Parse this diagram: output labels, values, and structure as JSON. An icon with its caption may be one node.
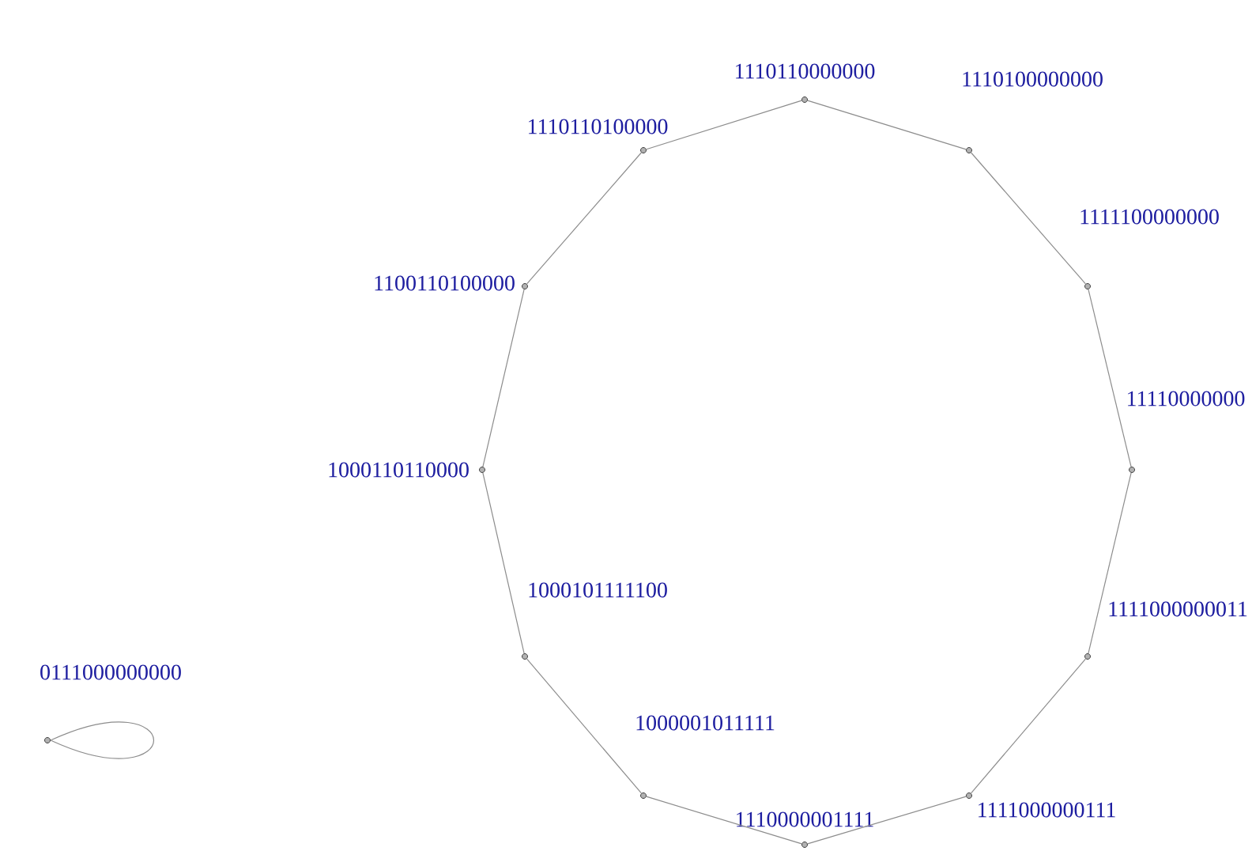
{
  "diagram": {
    "nodes": [
      {
        "text": [],
        "shape": "circle",
        "beside": [
          "1110110000000"
        ]
      },
      {
        "text": [],
        "shape": "circle",
        "beside": [
          "1110100000000"
        ]
      },
      {
        "text": [],
        "shape": "circle",
        "beside": [
          "1111100000000"
        ]
      },
      {
        "text": [],
        "shape": "circle",
        "beside": [
          "11110000000"
        ]
      },
      {
        "text": [],
        "shape": "circle",
        "beside": [
          "1111000000011"
        ]
      },
      {
        "text": [],
        "shape": "circle",
        "beside": [
          "1111000000111"
        ]
      },
      {
        "text": [],
        "shape": "circle",
        "beside": [
          "1110000001111"
        ]
      },
      {
        "text": [],
        "shape": "circle",
        "beside": [
          "1000001011111"
        ]
      },
      {
        "text": [],
        "shape": "circle",
        "beside": [
          "1000101111100"
        ]
      },
      {
        "text": [],
        "shape": "circle",
        "beside": [
          "1000110110000"
        ]
      },
      {
        "text": [],
        "shape": "circle",
        "beside": [
          "1100110100000"
        ]
      },
      {
        "text": [],
        "shape": "circle",
        "beside": [
          "1110110100000"
        ]
      },
      {
        "text": [],
        "shape": "circle",
        "beside": [
          "0111000000000"
        ]
      }
    ],
    "edges": [
      {
        "from": 0,
        "to": 1,
        "arrow": "none"
      },
      {
        "from": 1,
        "to": 2,
        "arrow": "none"
      },
      {
        "from": 2,
        "to": 3,
        "arrow": "none"
      },
      {
        "from": 3,
        "to": 4,
        "arrow": "none"
      },
      {
        "from": 4,
        "to": 5,
        "arrow": "none"
      },
      {
        "from": 5,
        "to": 6,
        "arrow": "none"
      },
      {
        "from": 6,
        "to": 7,
        "arrow": "none"
      },
      {
        "from": 7,
        "to": 8,
        "arrow": "none"
      },
      {
        "from": 8,
        "to": 9,
        "arrow": "none"
      },
      {
        "from": 9,
        "to": 10,
        "arrow": "none"
      },
      {
        "from": 10,
        "to": 11,
        "arrow": "none"
      },
      {
        "from": 11,
        "to": 0,
        "arrow": "none"
      },
      {
        "from": 12,
        "to": 12,
        "arrow": "none"
      }
    ]
  }
}
